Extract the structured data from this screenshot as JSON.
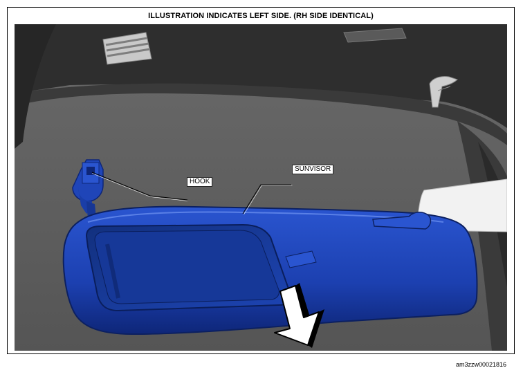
{
  "header": {
    "title": "ILLUSTRATION INDICATES LEFT SIDE. (RH SIDE IDENTICAL)"
  },
  "callouts": {
    "hook": "HOOK",
    "sunvisor": "SUNVISOR"
  },
  "footer": {
    "code": "am3zzw00021816"
  },
  "colors": {
    "sunvisor": "#1f45b8",
    "sunvisor_dark": "#0f2a80",
    "headliner": "#5e5e5e",
    "roof_trim": "#2f2f2f",
    "arrow": "#ffffff"
  },
  "icons": {
    "direction": "arrow-down-right-icon"
  }
}
